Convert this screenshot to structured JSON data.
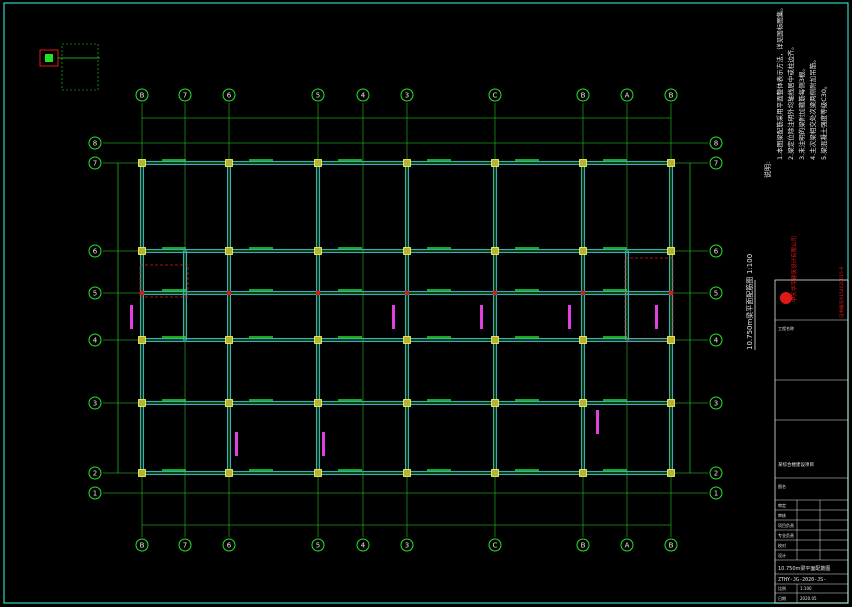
{
  "colors": {
    "background": "#000000",
    "frame": "#2bd9c0",
    "axis": "#26e826",
    "beam": "#3fa9b8",
    "column_fill": "#b7b23a",
    "column_edge": "#ffff55",
    "annotation_white": "#e6e6e6",
    "annotation_green": "#22e022",
    "annotation_magenta": "#e040e0",
    "title_block_red": "#e01818"
  },
  "axes": {
    "vertical": [
      "8",
      "7",
      "6",
      "5",
      "4",
      "3",
      "2",
      "1",
      "1"
    ],
    "horizontal_top": [
      "B",
      "7",
      "6",
      "5",
      "4",
      "3",
      "C",
      "B",
      "A"
    ],
    "horizontal_bottom": [
      "B",
      "7",
      "6",
      "5",
      "4",
      "3",
      "C",
      "B",
      "A"
    ]
  },
  "drawing_title": "10.750m梁平面配筋图",
  "drawing_scale": "1:100",
  "notes_heading": "说明:",
  "notes": [
    "1.本图梁配筋采用平面整体表示方法，详见国标图集。",
    "2.梁定位除注明外均轴线居中或柱边齐。",
    "3.未注明的梁附加箍筋每侧3根。",
    "4.主次梁相交处次梁两侧附加吊筋。",
    "5.梁混凝土强度等级C30。"
  ],
  "title_block": {
    "company": "中天华宇建筑设计有限公司",
    "certificate": "证书编号A154020015-6",
    "project_label": "工程名称",
    "project_name": "某综合楼建设项目",
    "drawing_label": "图名",
    "drawing_name": "10.750m梁平面配筋图",
    "drawing_no": "ZTHY-JG-2020-JS-",
    "scale_label": "比例",
    "scale_value": "1:100",
    "date_label": "日期",
    "date_value": "2020.05",
    "rows": [
      "审定",
      "审核",
      "项目负责",
      "专业负责",
      "校对",
      "设计"
    ]
  }
}
